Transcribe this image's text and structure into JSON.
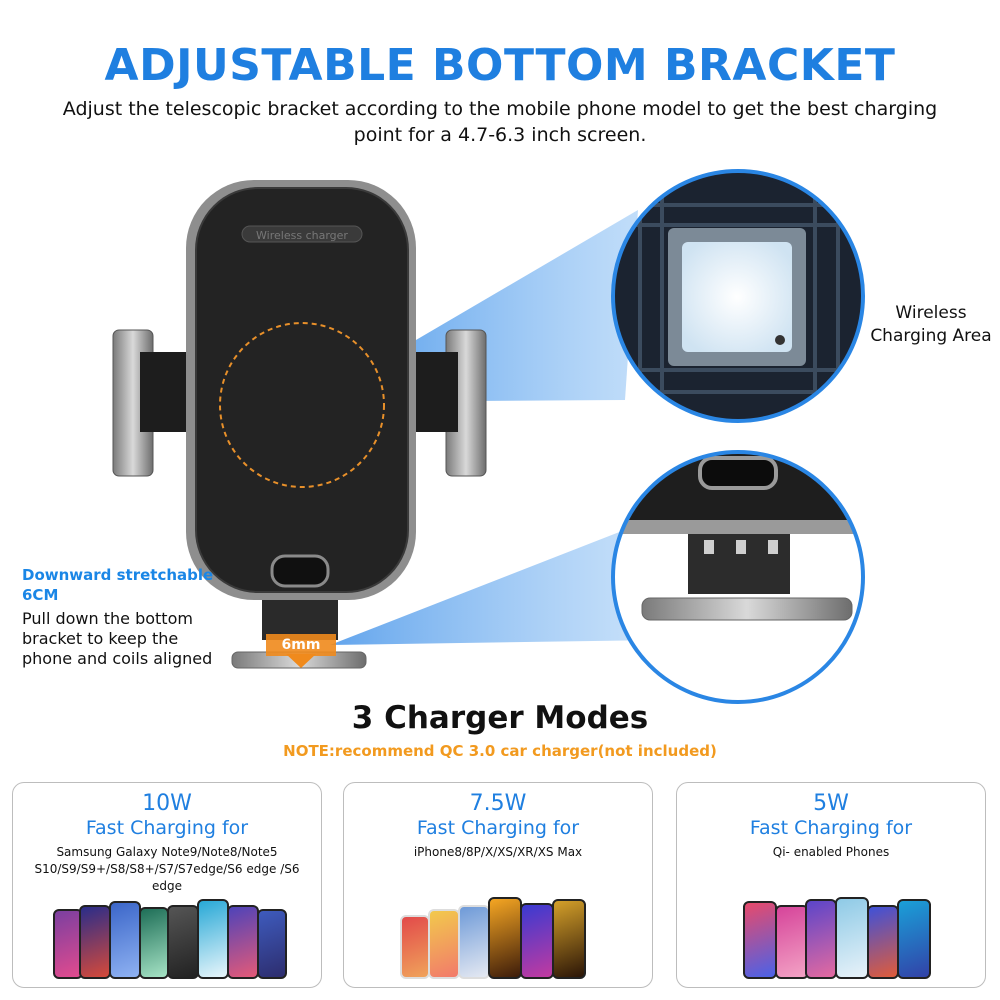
{
  "header": {
    "title": "ADJUSTABLE BOTTOM BRACKET",
    "subtitle": "Adjust the telescopic bracket according to the mobile phone model to get the best charging point for a 4.7-6.3 inch screen."
  },
  "device": {
    "badge_text": "Wireless charger",
    "bracket_label": "6mm"
  },
  "callouts": {
    "wireless_area": "Wireless Charging Area",
    "downward_title": "Downward stretchable 6CM",
    "downward_desc": "Pull down the bottom bracket to keep the phone and coils aligned"
  },
  "modes": {
    "title": "3 Charger Modes",
    "note": "NOTE:recommend QC 3.0 car charger(not included)",
    "cards": [
      {
        "power": "10W",
        "label": "Fast Charging for",
        "models": "Samsung Galaxy Note9/Note8/Note5 S10/S9/S9+/S8/S8+/S7/S7edge/S6 edge /S6 edge"
      },
      {
        "power": "7.5W",
        "label": "Fast Charging for",
        "models": "iPhone8/8P/X/XS/XR/XS Max"
      },
      {
        "power": "5W",
        "label": "Fast Charging for",
        "models": "Qi- enabled Phones"
      }
    ]
  },
  "colors": {
    "accent_blue": "#1f7fe0",
    "note_orange": "#f29a1f",
    "coil_orange": "#e8902a"
  }
}
